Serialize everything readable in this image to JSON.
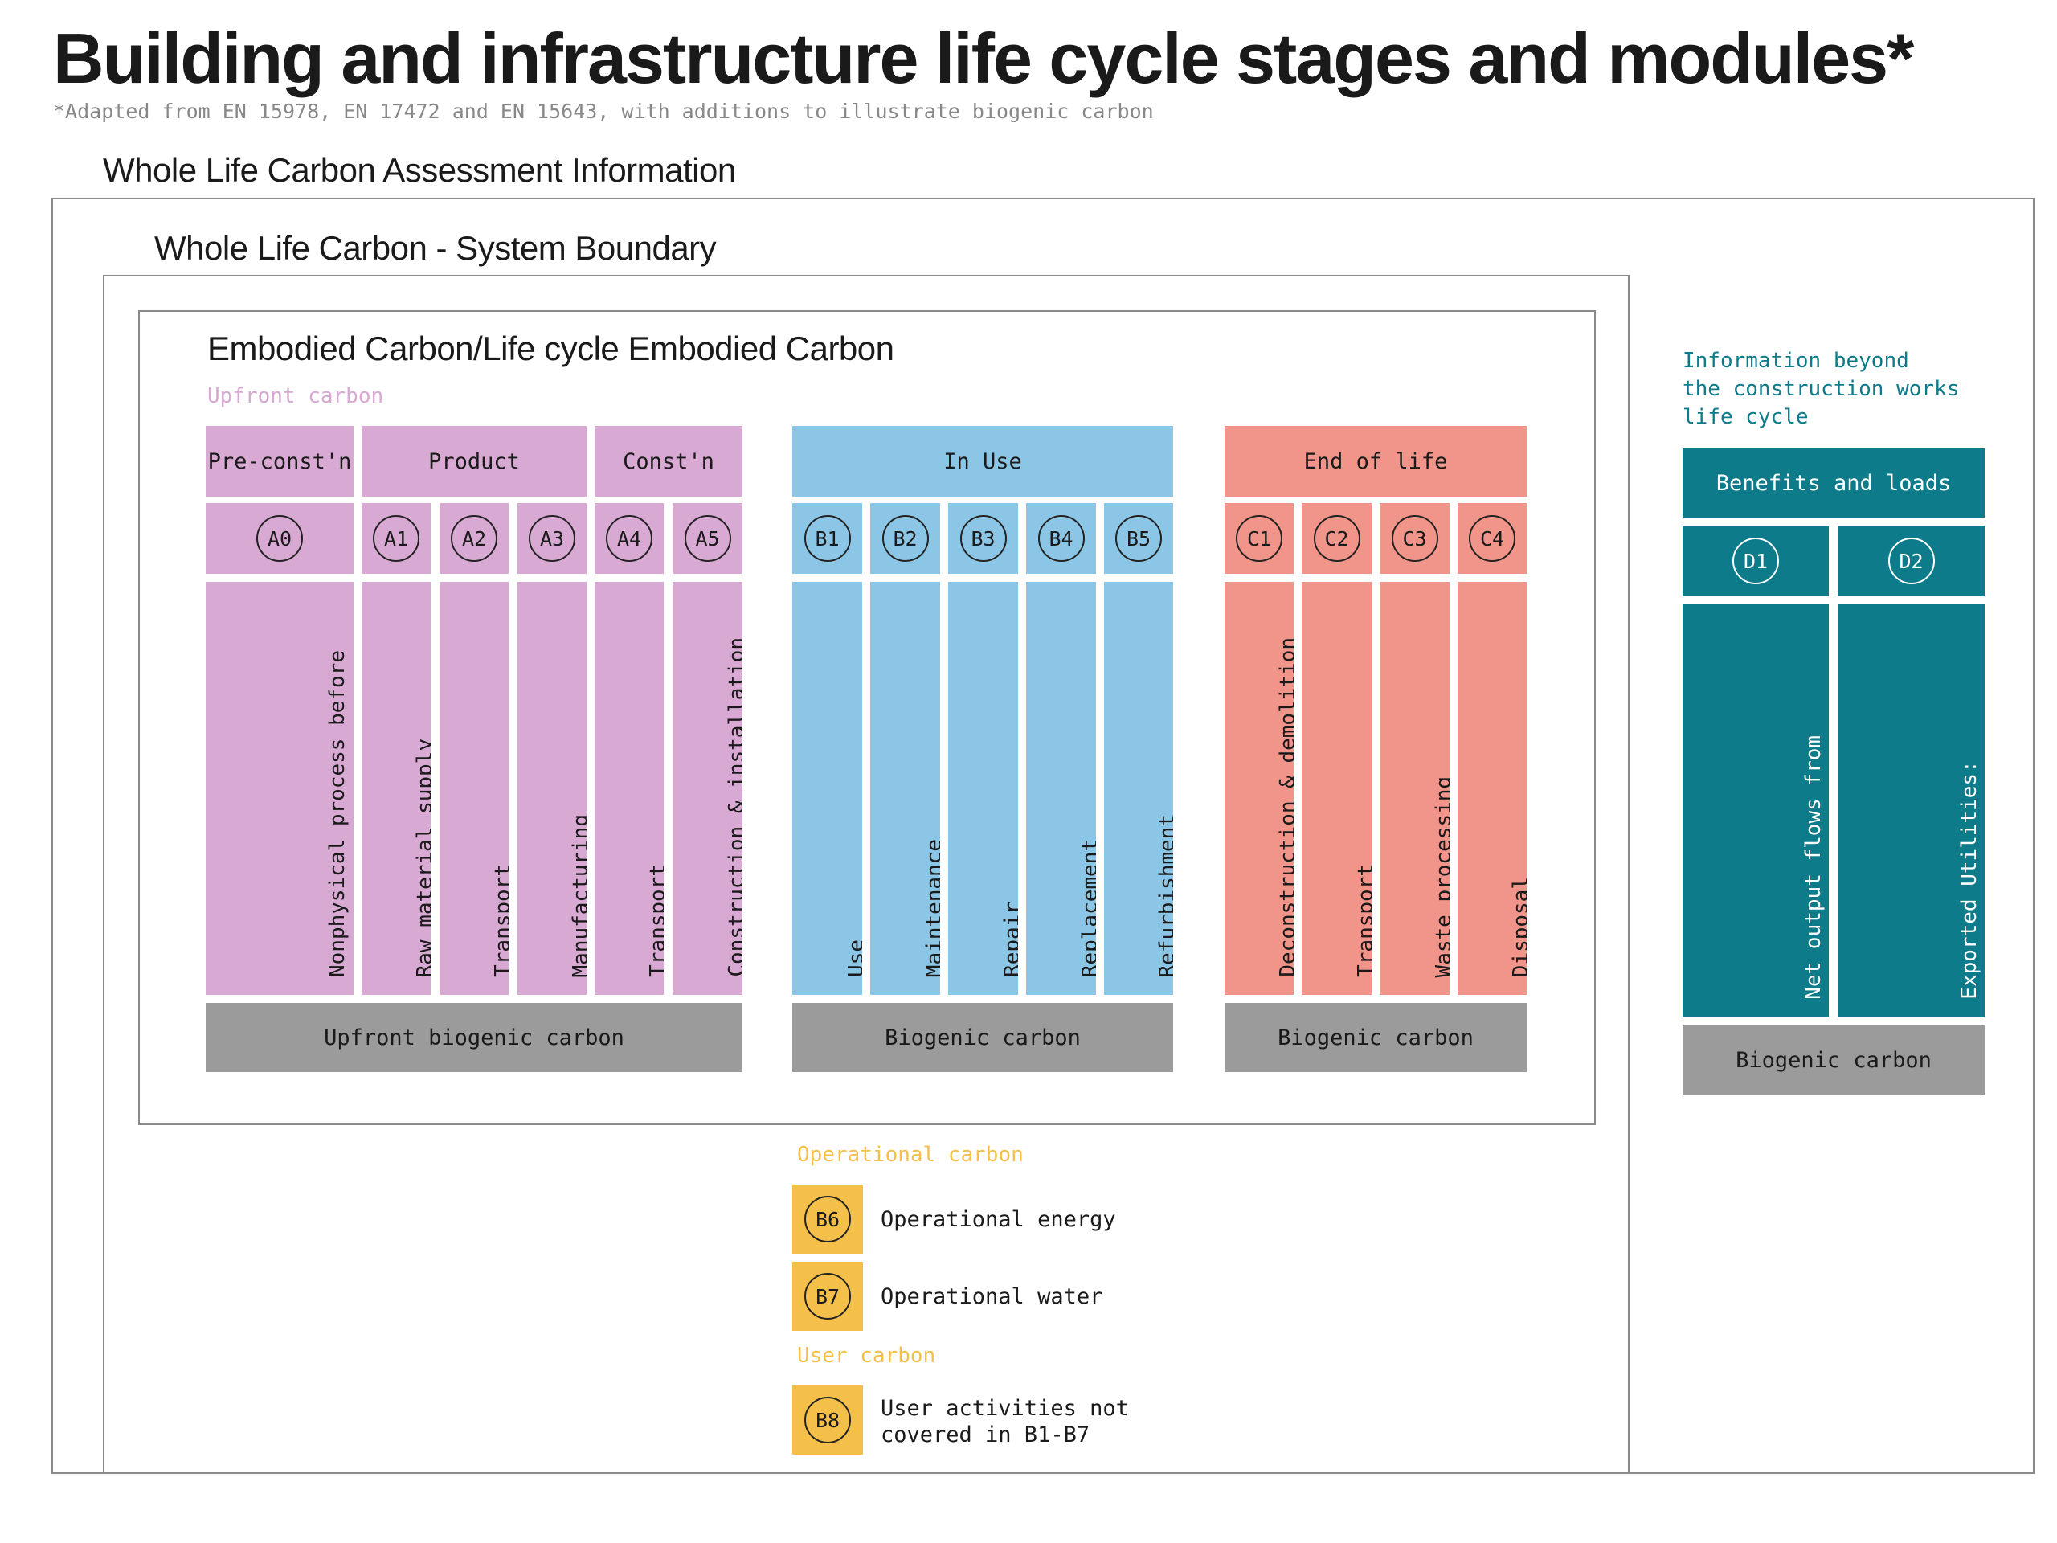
{
  "title": "Building and infrastructure life cycle stages and modules*",
  "subtitle": "*Adapted from EN 15978, EN 17472 and EN 15643, with additions to illustrate biogenic carbon",
  "frames": {
    "outer_label": "Whole Life Carbon Assessment Information",
    "system_label": "Whole Life Carbon - System Boundary",
    "embodied_label": "Embodied Carbon/Life cycle Embodied Carbon",
    "upfront_label": "Upfront carbon"
  },
  "colors": {
    "pink": "#d8a9d3",
    "blue": "#8cc6e6",
    "red": "#f1948a",
    "grey": "#9b9b9b",
    "teal": "#0e7b8b",
    "yellow": "#f5c04a"
  },
  "groups": {
    "preconst": "Pre-const'n",
    "product": "Product",
    "constn": "Const'n",
    "in_use": "In Use",
    "end_of_life": "End of life"
  },
  "modules": {
    "A0": {
      "code": "A0",
      "desc": "Nonphysical process before\nconstruction, preliminary\nstudies, tests and design"
    },
    "A1": {
      "code": "A1",
      "desc": "Raw material supply"
    },
    "A2": {
      "code": "A2",
      "desc": "Transport"
    },
    "A3": {
      "code": "A3",
      "desc": "Manufacturing"
    },
    "A4": {
      "code": "A4",
      "desc": "Transport"
    },
    "A5": {
      "code": "A5",
      "desc": "Construction & installation"
    },
    "B1": {
      "code": "B1",
      "desc": "Use"
    },
    "B2": {
      "code": "B2",
      "desc": "Maintenance"
    },
    "B3": {
      "code": "B3",
      "desc": "Repair"
    },
    "B4": {
      "code": "B4",
      "desc": "Replacement"
    },
    "B5": {
      "code": "B5",
      "desc": "Refurbishment"
    },
    "C1": {
      "code": "C1",
      "desc": "Deconstruction & demolition"
    },
    "C2": {
      "code": "C2",
      "desc": "Transport"
    },
    "C3": {
      "code": "C3",
      "desc": "Waste processing"
    },
    "C4": {
      "code": "C4",
      "desc": "Disposal"
    },
    "D1": {
      "code": "D1",
      "desc": "Net output flows from\nreuse recycling, energy\nrecovery, other recovery"
    },
    "D2": {
      "code": "D2",
      "desc": "Exported Utilities:\nElectric energy, thermal\nenergy, potable water"
    }
  },
  "biogenic": {
    "upfront": "Upfront biogenic carbon",
    "in_use": "Biogenic carbon",
    "end_of_life": "Biogenic carbon",
    "beyond": "Biogenic carbon"
  },
  "beyond": {
    "label": "Information beyond\nthe construction works\nlife cycle",
    "header": "Benefits and loads"
  },
  "operational": {
    "label": "Operational carbon",
    "b6_code": "B6",
    "b6_desc": "Operational energy",
    "b7_code": "B7",
    "b7_desc": "Operational water"
  },
  "user": {
    "label": "User carbon",
    "b8_code": "B8",
    "b8_desc": "User activities not\ncovered in B1-B7"
  }
}
